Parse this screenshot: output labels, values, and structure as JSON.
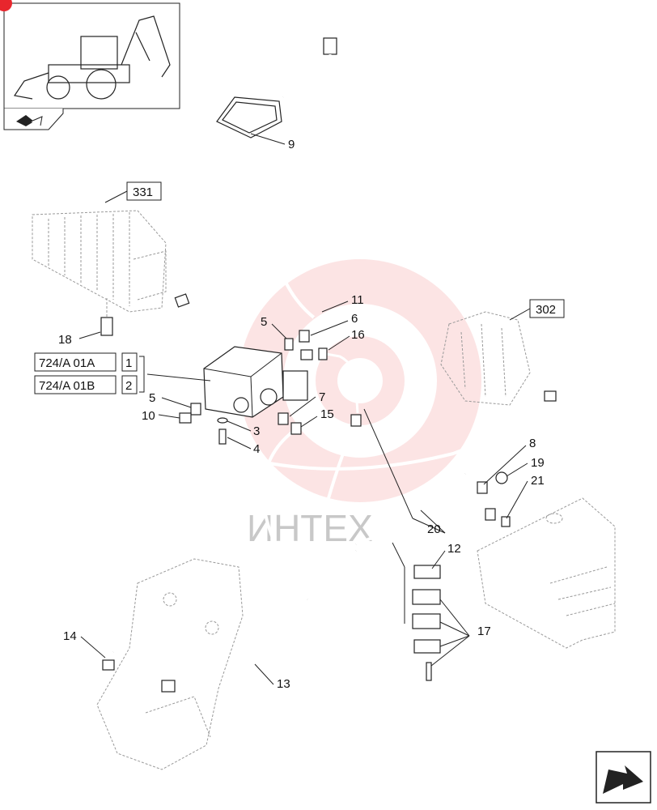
{
  "callouts": {
    "c9": "9",
    "c331": "331",
    "c18": "18",
    "c11": "11",
    "c5a": "5",
    "c6": "6",
    "c16": "16",
    "c302": "302",
    "c724a": "724/A 01A",
    "c1": "1",
    "c724b": "724/A 01B",
    "c2": "2",
    "c5b": "5",
    "c7": "7",
    "c10": "10",
    "c3": "3",
    "c15": "15",
    "c4": "4",
    "c8": "8",
    "c19": "19",
    "c21": "21",
    "c20": "20",
    "c12": "12",
    "c17": "17",
    "c14": "14",
    "c13": "13"
  },
  "watermark": {
    "text": "ИНТЕХ",
    "color": "#f2a0a0"
  },
  "colors": {
    "line": "#222222",
    "ghost": "#999999",
    "badge": "#e8262d"
  },
  "icons": {
    "thumbnail": "backhoe-loader-icon",
    "nav": "next-page-arrow-icon"
  }
}
